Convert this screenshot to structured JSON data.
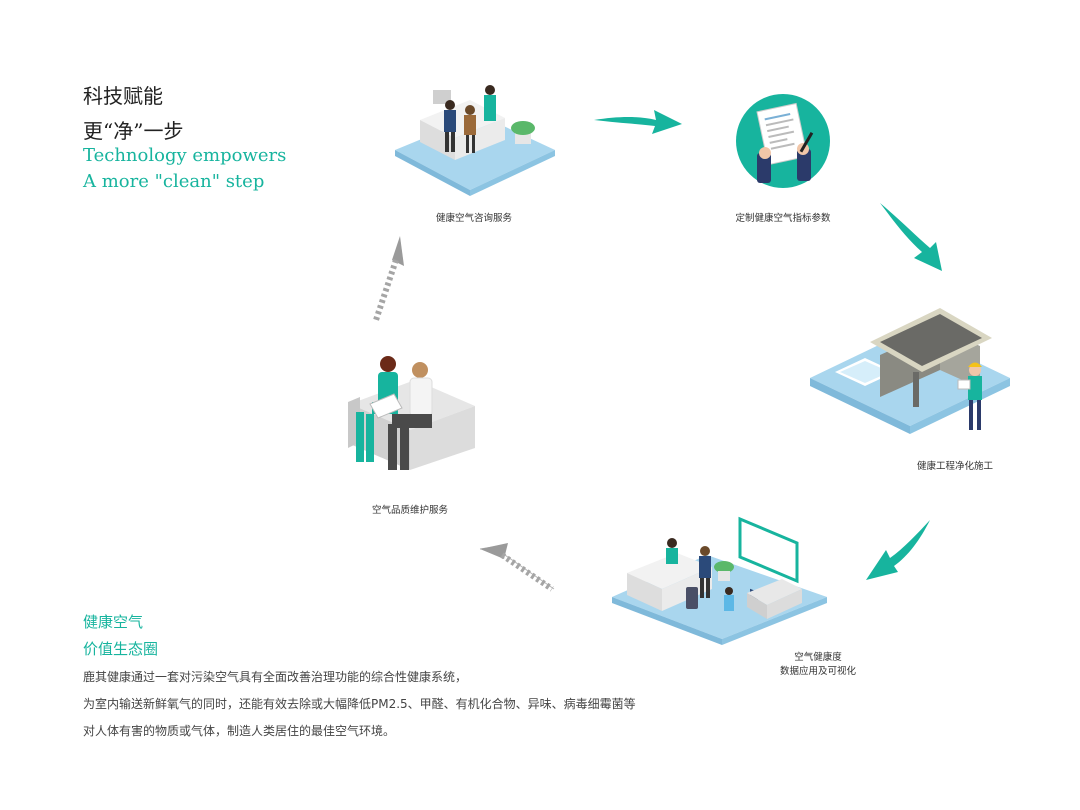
{
  "header": {
    "zh_line1": "科技赋能",
    "zh_line2": "更“净”一步",
    "en_line1": "Technology empowers",
    "en_line2": "A more \"clean\" step"
  },
  "stages": {
    "consult": "健康空气咨询服务",
    "customize": "定制健康空气指标参数",
    "construct": "健康工程净化施工",
    "data_line1": "空气健康度",
    "data_line2": "数据应用及可视化",
    "maintain": "空气品质维护服务"
  },
  "footer": {
    "title1": "健康空气",
    "title2": "价值生态圈",
    "para1": "鹿其健康通过一套对污染空气具有全面改善治理功能的综合性健康系统，",
    "para2": "为室内输送新鲜氧气的同时，还能有效去除或大幅降低PM2.5、甲醛、有机化合物、异味、病毒细霉菌等",
    "para3": "对人体有害的物质或气体，制造人类居住的最佳空气环境。"
  },
  "colors": {
    "accent": "#17b49e",
    "floor": "#a9d6ee",
    "arrow_gray": "#9a9a9a"
  }
}
